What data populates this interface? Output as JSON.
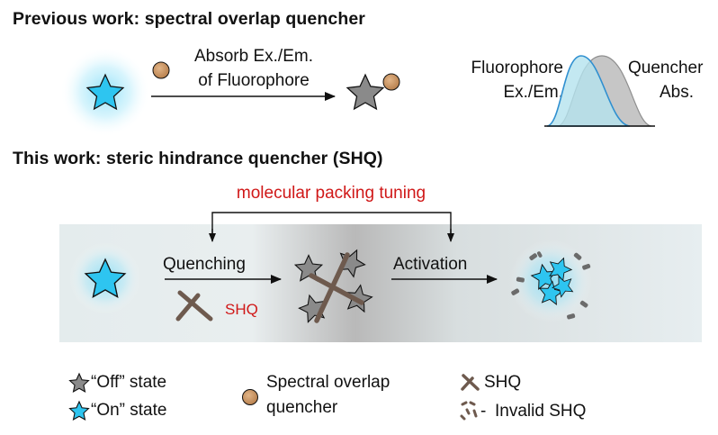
{
  "top": {
    "heading": "Previous work: spectral overlap quencher",
    "arrow_label_line1": "Absorb Ex./Em.",
    "arrow_label_line2": "of Fluorophore",
    "spectrum": {
      "fluorophore_line1": "Fluorophore",
      "fluorophore_line2": "Ex./Em.",
      "quencher_line1": "Quencher",
      "quencher_line2": "Abs."
    }
  },
  "bottom": {
    "heading": "This work: steric hindrance quencher (SHQ)",
    "tuning_label": "molecular packing tuning",
    "quenching_label": "Quenching",
    "shq_label": "SHQ",
    "activation_label": "Activation"
  },
  "legend": {
    "off_state": "“Off” state",
    "on_state": "“On” state",
    "spectral_line1": "Spectral overlap",
    "spectral_line2": "quencher",
    "shq": "SHQ",
    "invalid_shq": "Invalid SHQ"
  },
  "colors": {
    "on_star": "#2ec5f0",
    "on_glow": "#7fdcf7",
    "off_star": "#8a8a8a",
    "quencher_ball": "#c89462",
    "shq_cross": "#6e5a4e",
    "tuning_text": "#d01818",
    "fluorophore_curve": "#2f8fd0",
    "fluorophore_fill": "#b4e2ee",
    "quencher_fill": "#c6c6c6"
  },
  "icons": [
    "on-star-icon",
    "off-star-icon",
    "quencher-ball-icon",
    "shq-cross-icon",
    "invalid-shq-icon",
    "arrow-icon"
  ]
}
